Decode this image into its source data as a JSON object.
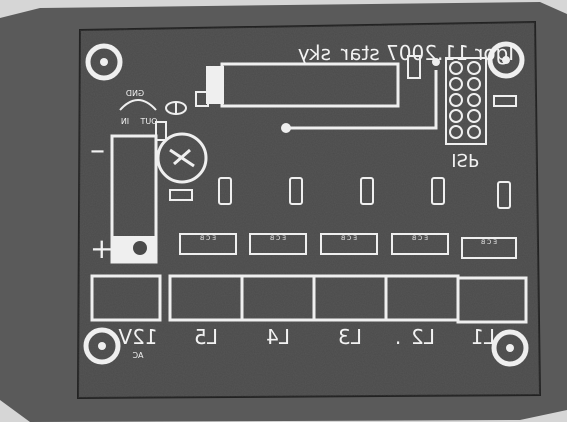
{
  "board": {
    "title": "Igor 11.2007 star_sky",
    "isp_label": "ISP",
    "gnd_label": "GND",
    "out_label": "OUT",
    "in_label": "IN",
    "minus_label": "–",
    "plus_label": "+",
    "connector_labels": [
      "12V",
      "L5",
      "L4",
      "L3",
      "L2",
      ".",
      "L1"
    ],
    "ac_label": "AC",
    "transistor_pin_label": "E C B",
    "colors": {
      "board": "#4a4a4a",
      "copper": "#efefef",
      "background": "#d9d9d9",
      "border": "#2a2a2a"
    }
  }
}
